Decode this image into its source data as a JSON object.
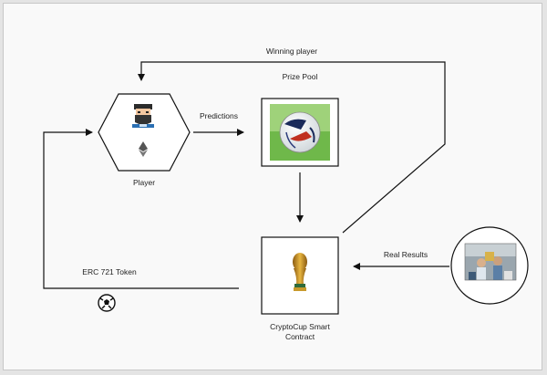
{
  "diagram": {
    "nodes": {
      "player": {
        "label": "Player"
      },
      "prize_pool": {
        "label": "Prize Pool"
      },
      "contract": {
        "label_line1": "CryptoCup Smart",
        "label_line2": "Contract"
      },
      "real_results_source": {
        "label": ""
      }
    },
    "edges": {
      "predictions": {
        "label": "Predictions"
      },
      "winning_player": {
        "label": "Winning player"
      },
      "real_results": {
        "label": "Real Results"
      },
      "erc721_token": {
        "label": "ERC 721 Token"
      }
    }
  }
}
